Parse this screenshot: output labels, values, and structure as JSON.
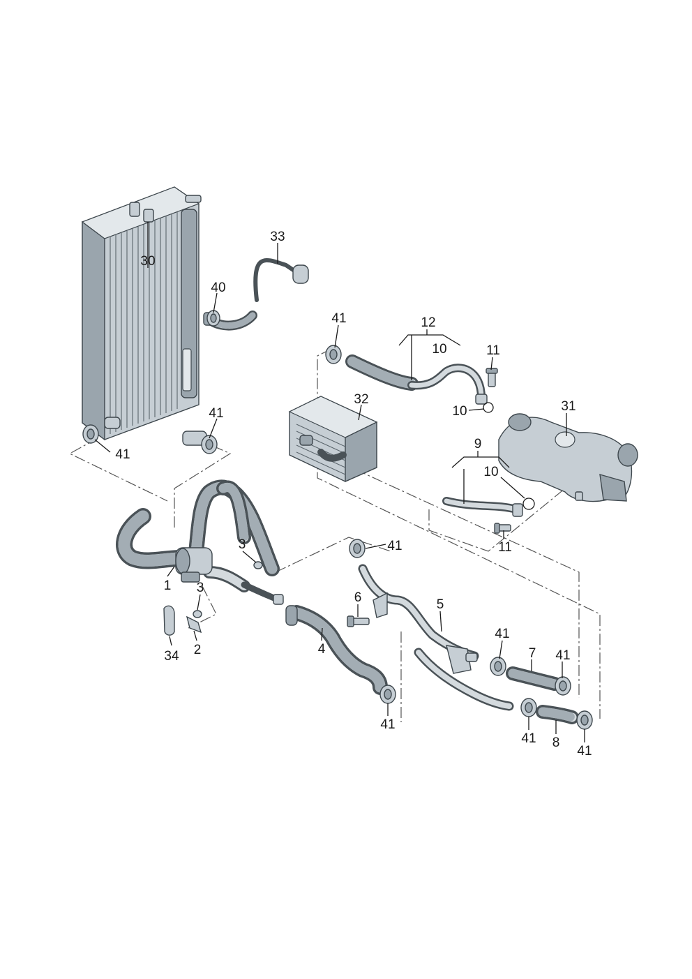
{
  "callouts": {
    "c1": "1",
    "c2": "2",
    "c3a": "3",
    "c3b": "3",
    "c4": "4",
    "c5": "5",
    "c6": "6",
    "c7": "7",
    "c8": "8",
    "c9": "9",
    "c10a": "10",
    "c10b": "10",
    "c10c": "10",
    "c11a": "11",
    "c11b": "11",
    "c12": "12",
    "c30": "30",
    "c31": "31",
    "c32": "32",
    "c33": "33",
    "c34": "34",
    "c40": "40",
    "c41a": "41",
    "c41b": "41",
    "c41c": "41",
    "c41d": "41",
    "c41e": "41",
    "c41f": "41",
    "c41g": "41",
    "c41h": "41",
    "c41i": "41"
  },
  "colors": {
    "line": "#1a1a1a",
    "part_fill": "#c6ced4",
    "part_outline": "#3e474d"
  }
}
